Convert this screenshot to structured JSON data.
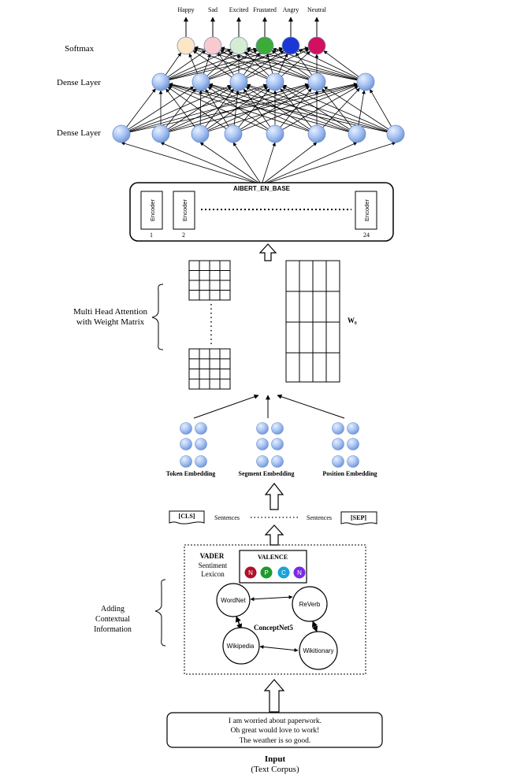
{
  "emotions": [
    "Happy",
    "Sad",
    "Excited",
    "Frustated",
    "Angry",
    "Neutral"
  ],
  "emotion_colors": [
    "#fde6c4",
    "#f8c9cf",
    "#d6ecd2",
    "#3cab3a",
    "#1a37d6",
    "#d3105f"
  ],
  "layer_labels": {
    "softmax": "Softmax",
    "dense_top": "Dense Layer",
    "dense_bottom": "Dense Layer"
  },
  "albert": {
    "title": "AlBERT_EN_BASE",
    "encoder_label": "Encoder",
    "encoder_numbers": [
      "1",
      "2",
      "24"
    ]
  },
  "attention": {
    "label_line1": "Multi Head Attention",
    "label_line2": "with Weight Matrix",
    "wo_label": "W₀"
  },
  "embeddings": {
    "token": "Token Embedding",
    "segment": "Segment Embedding",
    "position": "Position Embedding"
  },
  "sentences": {
    "cls": "[CLS]",
    "sep": "[SEP]",
    "left": "Sentences",
    "right": "Sentences"
  },
  "context": {
    "label_line1": "Adding",
    "label_line2": "Contextual",
    "label_line3": "Information",
    "vader_title": "VADER",
    "vader_line2": "Sentiment",
    "vader_line3": "Lexicon",
    "valence_title": "VALENCE",
    "valence_letters": [
      "N",
      "P",
      "C",
      "N"
    ],
    "valence_colors": [
      "#b0102a",
      "#1f9a2e",
      "#1aa3d9",
      "#7c2ae8"
    ],
    "nodes": {
      "wordnet": "WordNet",
      "reverb": "ReVerb",
      "conceptnet": "ConceptNet5",
      "wikipedia": "Wikipedia",
      "wiktionary": "Wikitionary"
    }
  },
  "input": {
    "sentences": [
      "I am worried about paperwork.",
      "Oh great would love to work!",
      "The weather  is so good."
    ],
    "title": "Input",
    "subtitle": "(Text Corpus)"
  }
}
